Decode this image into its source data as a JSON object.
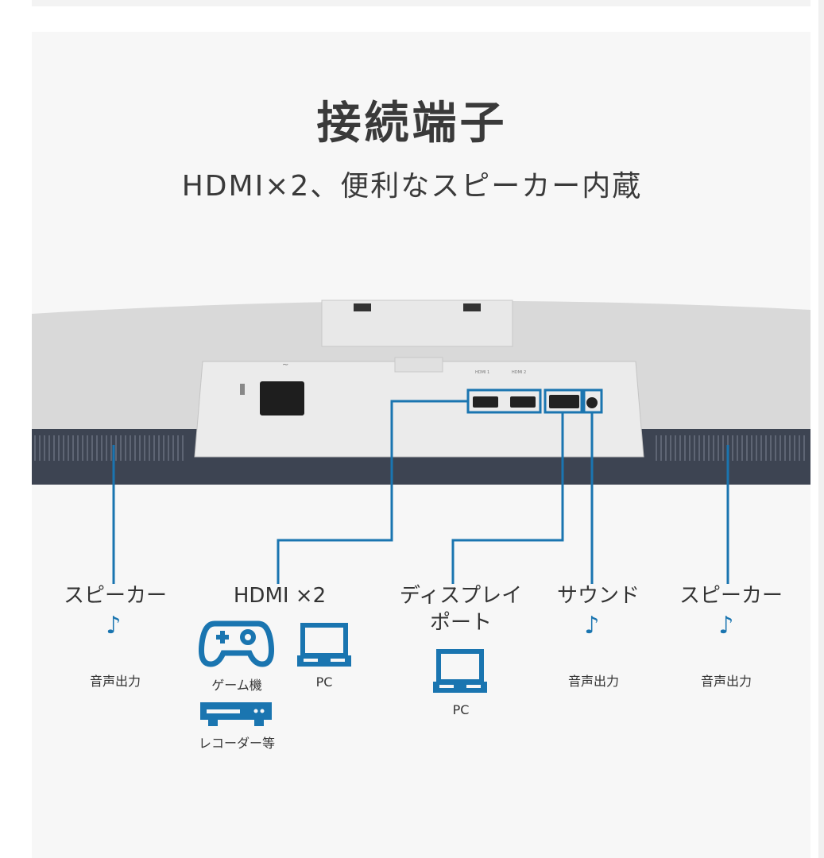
{
  "header": {
    "title": "接続端子",
    "subtitle": "HDMI×2、便利なスピーカー内蔵"
  },
  "ports_printed": [
    "HDMI 1",
    "HDMI 2"
  ],
  "accent_color": "#1a75b0",
  "callouts": [
    {
      "label": "スピーカー",
      "icon": "music-note-icon",
      "caption": "音声出力"
    },
    {
      "label": "HDMI ×2",
      "devices": [
        {
          "icon": "gamepad-icon",
          "caption": "ゲーム機"
        },
        {
          "icon": "laptop-icon",
          "caption": "PC"
        },
        {
          "icon": "recorder-icon",
          "caption": "レコーダー等"
        }
      ]
    },
    {
      "label": "ディスプレイ",
      "label2": "ポート",
      "devices": [
        {
          "icon": "laptop-icon",
          "caption": "PC"
        }
      ]
    },
    {
      "label": "サウンド",
      "icon": "music-note-icon",
      "caption": "音声出力"
    },
    {
      "label": "スピーカー",
      "icon": "music-note-icon",
      "caption": "音声出力"
    }
  ]
}
